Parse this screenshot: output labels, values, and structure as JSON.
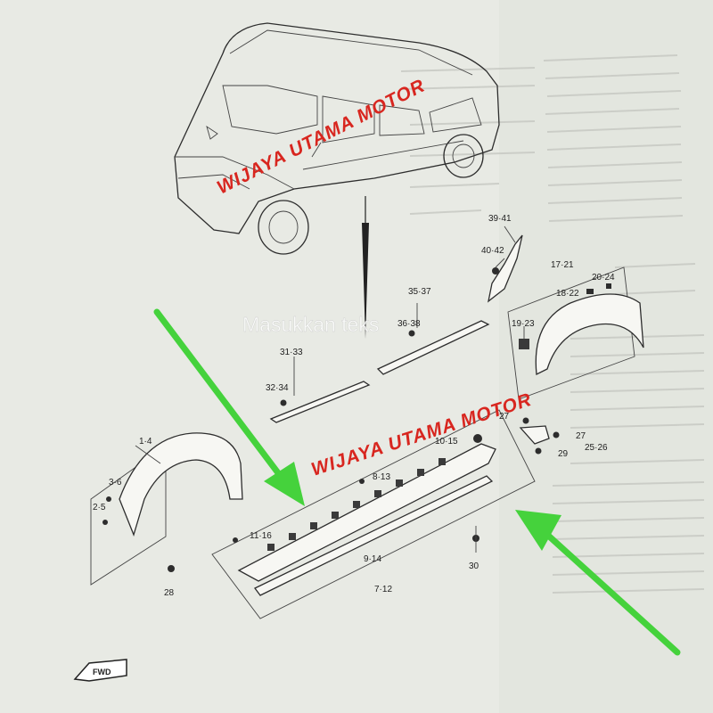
{
  "watermarks": {
    "top": "WIJAYA UTAMA MOTOR",
    "middle": "WIJAYA UTAMA MOTOR",
    "overlay": "Masukkan teks"
  },
  "callouts": {
    "c39_41": "39·41",
    "c40_42": "40·42",
    "c17_21": "17·21",
    "c20_24": "20·24",
    "c18_22": "18·22",
    "c35_37": "35·37",
    "c36_38": "36·38",
    "c19_23": "19·23",
    "c31_33": "31·33",
    "c32_34": "32·34",
    "c27a": "27",
    "c27b": "27",
    "c10_15": "10·15",
    "c25_26": "25·26",
    "c29": "29",
    "c1_4": "1·4",
    "c3_6": "3·6",
    "c2_5": "2·5",
    "c8_13": "8·13",
    "c11_16": "11·16",
    "c9_14": "9·14",
    "c30": "30",
    "c7_12": "7·12",
    "c28": "28"
  },
  "fwd_label": "FWD",
  "arrow_color": "#45d23c",
  "watermark_color": "#d8261f"
}
